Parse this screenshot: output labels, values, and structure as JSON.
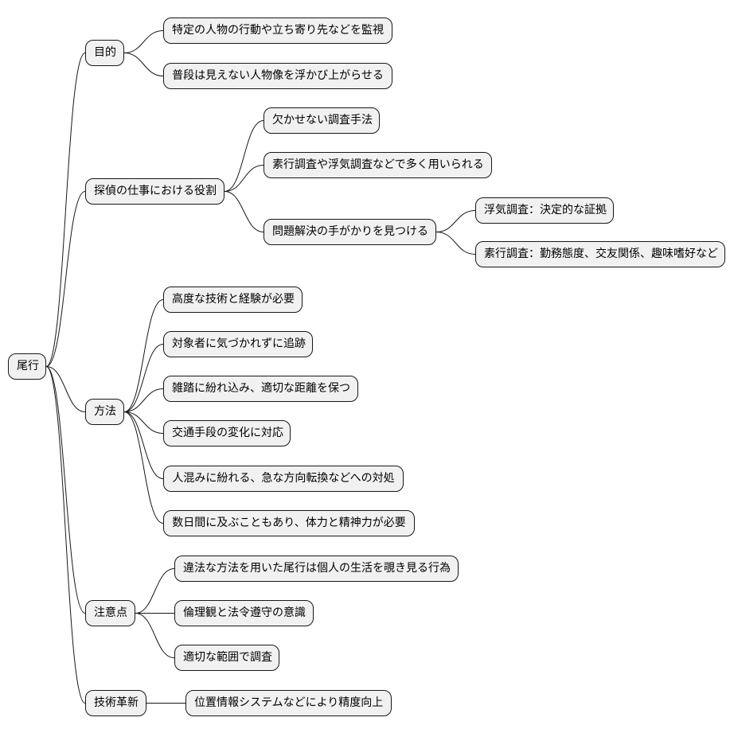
{
  "root": "尾行",
  "branches": [
    {
      "label": "目的",
      "children": [
        {
          "label": "特定の人物の行動や立ち寄り先などを監視"
        },
        {
          "label": "普段は見えない人物像を浮かび上がらせる"
        }
      ]
    },
    {
      "label": "探偵の仕事における役割",
      "children": [
        {
          "label": "欠かせない調査手法"
        },
        {
          "label": "素行調査や浮気調査などで多く用いられる"
        },
        {
          "label": "問題解決の手がかりを見つける",
          "children": [
            {
              "label": "浮気調査：決定的な証拠"
            },
            {
              "label": "素行調査：勤務態度、交友関係、趣味嗜好など"
            }
          ]
        }
      ]
    },
    {
      "label": "方法",
      "children": [
        {
          "label": "高度な技術と経験が必要"
        },
        {
          "label": "対象者に気づかれずに追跡"
        },
        {
          "label": "雑踏に紛れ込み、適切な距離を保つ"
        },
        {
          "label": "交通手段の変化に対応"
        },
        {
          "label": "人混みに紛れる、急な方向転換などへの対処"
        },
        {
          "label": "数日間に及ぶこともあり、体力と精神力が必要"
        }
      ]
    },
    {
      "label": "注意点",
      "children": [
        {
          "label": "違法な方法を用いた尾行は個人の生活を覗き見る行為"
        },
        {
          "label": "倫理観と法令遵守の意識"
        },
        {
          "label": "適切な範囲で調査"
        }
      ]
    },
    {
      "label": "技術革新",
      "children": [
        {
          "label": "位置情報システムなどにより精度向上"
        }
      ]
    }
  ]
}
